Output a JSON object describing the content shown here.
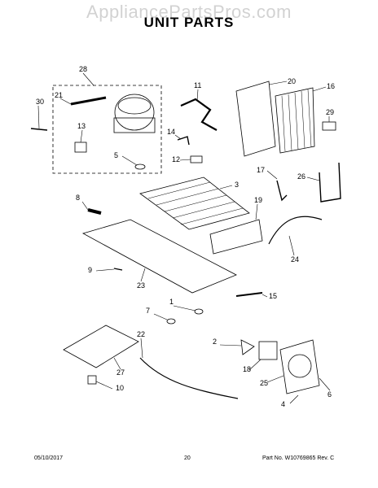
{
  "watermark": "AppliancePartsPros.com",
  "title": "UNIT PARTS",
  "footer": {
    "date": "05/10/2017",
    "page": "20",
    "part_info": "Part No. W10769865 Rev. C"
  },
  "callouts": [
    "1",
    "2",
    "3",
    "4",
    "5",
    "6",
    "7",
    "8",
    "9",
    "10",
    "11",
    "12",
    "13",
    "14",
    "15",
    "16",
    "17",
    "18",
    "19",
    "20",
    "21",
    "22",
    "23",
    "24",
    "25",
    "26",
    "27",
    "28",
    "29",
    "30"
  ]
}
